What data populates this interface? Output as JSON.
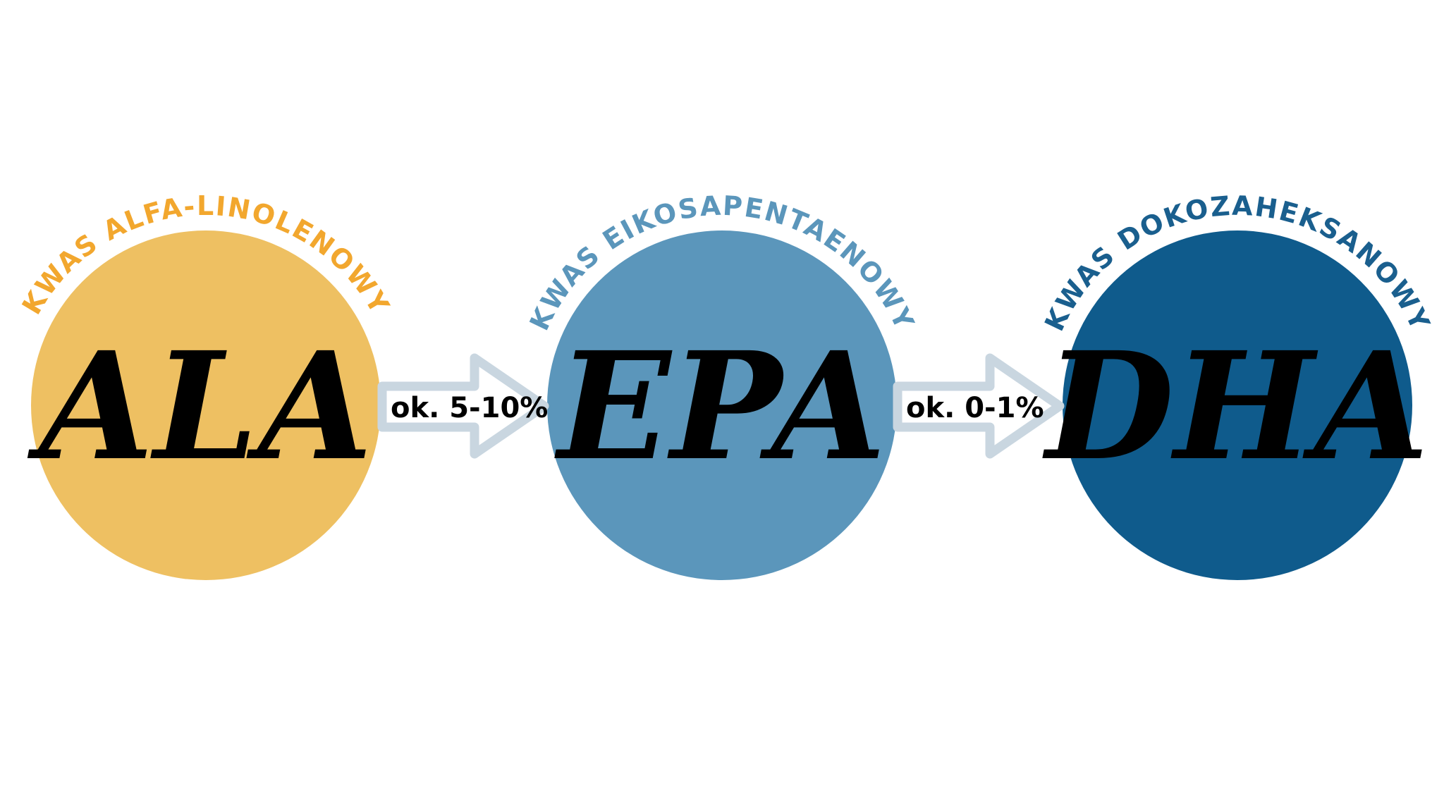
{
  "nodes": [
    {
      "abbr": "ALA",
      "name": "KWAS ALFA-LINOLENOWY",
      "circle_color": "#eec062",
      "text_color": "#f2a72e"
    },
    {
      "abbr": "EPA",
      "name": "KWAS EIKOSAPENTAENOWY",
      "circle_color": "#5b96bb",
      "text_color": "#5b96bb"
    },
    {
      "abbr": "DHA",
      "name": "KWAS DOKOZAHEKSANOWY",
      "circle_color": "#0f5b8c",
      "text_color": "#1a5f8e"
    }
  ],
  "arrows": [
    {
      "label": "ok. 5-10%"
    },
    {
      "label": "ok. 0-1%"
    }
  ],
  "arrow_color": "#c9d6e0"
}
